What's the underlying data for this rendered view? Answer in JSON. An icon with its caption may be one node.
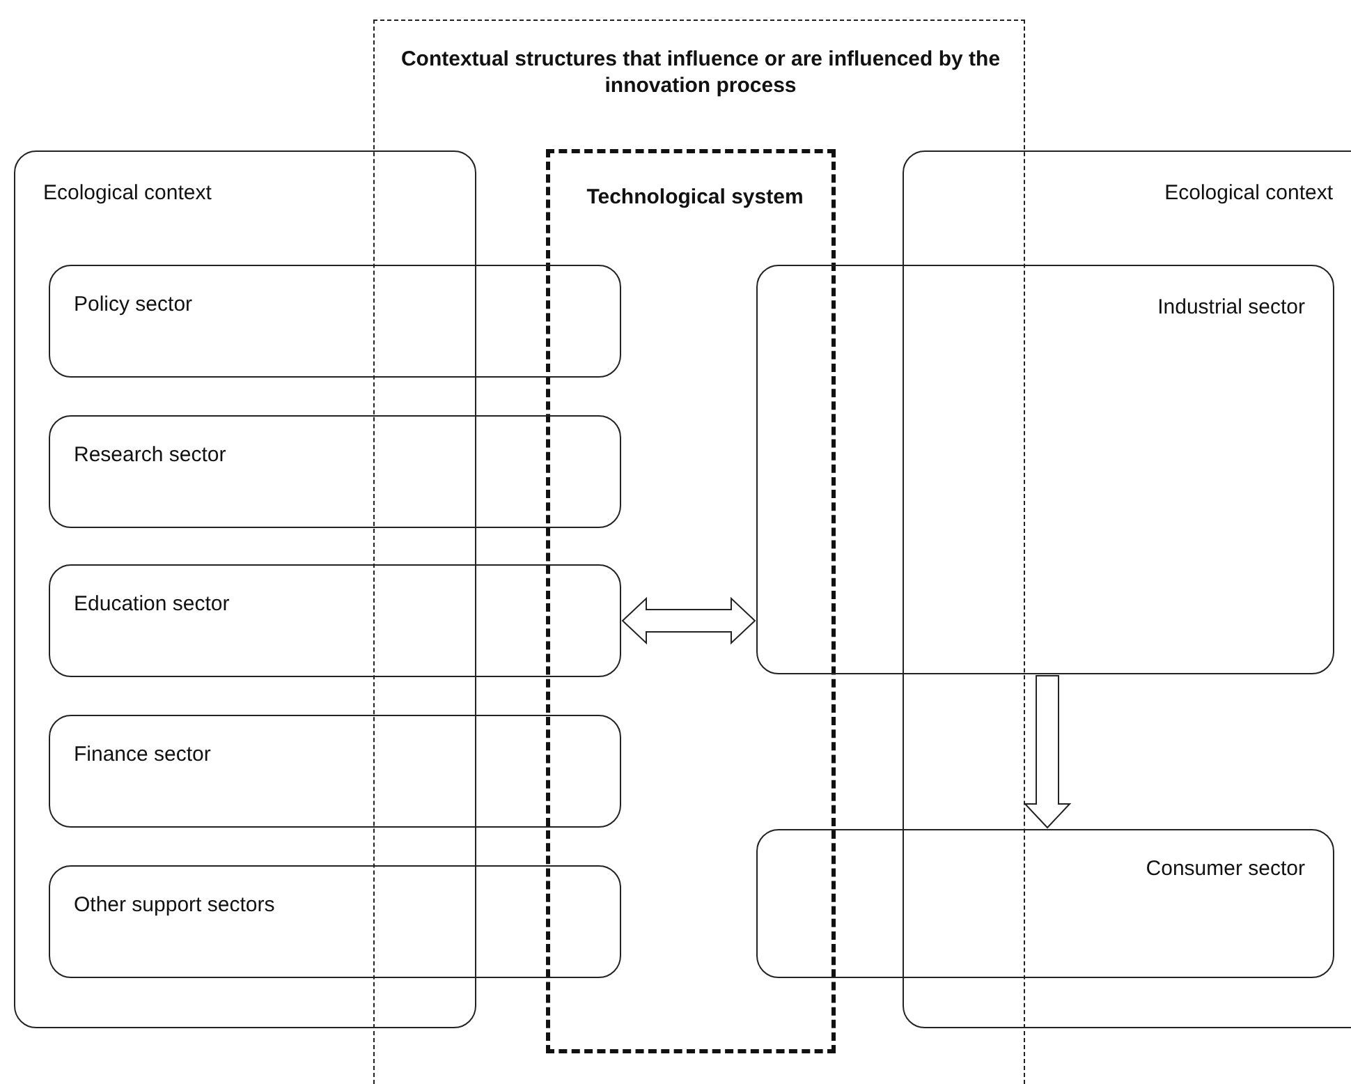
{
  "diagram": {
    "nodes": [
      {
        "text": [
          "Contextual structures that influence or are influenced by the innovation process"
        ]
      },
      {
        "text": [
          "Ecological context"
        ]
      },
      {
        "text": [
          "Policy sector"
        ]
      },
      {
        "text": [
          "Research sector"
        ]
      },
      {
        "text": [
          "Education sector"
        ]
      },
      {
        "text": [
          "Finance sector"
        ]
      },
      {
        "text": [
          "Other support sectors"
        ]
      },
      {
        "text": [
          "Technological system"
        ],
        "in": 0
      },
      {
        "text": [
          "Ecological context"
        ]
      },
      {
        "text": [
          "Industrial sector"
        ]
      },
      {
        "text": [
          "Consumer sector"
        ]
      }
    ],
    "edges": [
      {
        "from": 4,
        "to": 9,
        "arrow": "both"
      },
      {
        "from": 9,
        "to": 10,
        "arrow": "to"
      }
    ]
  }
}
